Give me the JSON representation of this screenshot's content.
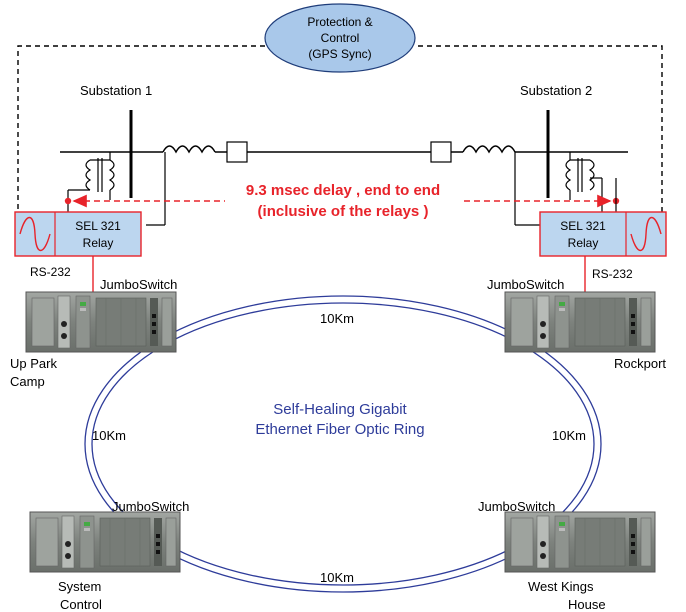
{
  "protection": {
    "line1": "Protection &",
    "line2": "Control",
    "line3": "(GPS Sync)"
  },
  "substations": {
    "left": "Substation 1",
    "right": "Substation 2"
  },
  "delay": {
    "line1": "9.3 msec delay , end to end",
    "line2": "(inclusive of the relays )"
  },
  "relays": {
    "left": {
      "line1": "SEL 321",
      "line2": "Relay"
    },
    "right": {
      "line1": "SEL 321",
      "line2": "Relay"
    }
  },
  "links": {
    "left_serial": "RS-232",
    "right_serial": "RS-232"
  },
  "switches": {
    "top_left": "JumboSwitch",
    "top_right": "JumboSwitch",
    "bottom_left": "JumboSwitch",
    "bottom_right": "JumboSwitch"
  },
  "sites": {
    "top_left": {
      "line1": "Up Park",
      "line2": "Camp"
    },
    "top_right": {
      "line1": "Rockport"
    },
    "bottom_left": {
      "line1": "System",
      "line2": "Control"
    },
    "bottom_right": {
      "line1": "West Kings",
      "line2": "House"
    }
  },
  "distances": {
    "top": "10Km",
    "left": "10Km",
    "right": "10Km",
    "bottom": "10Km"
  },
  "ring": {
    "line1": "Self-Healing Gigabit",
    "line2": "Ethernet Fiber Optic Ring"
  },
  "colors": {
    "protection_fill": "#a9c8ea",
    "relay_fill": "#bcd6ef",
    "relay_border": "#e8232a",
    "delay": "#e8232a",
    "ring": "#2e3c9a",
    "switch_body": "#8a8f8a"
  }
}
